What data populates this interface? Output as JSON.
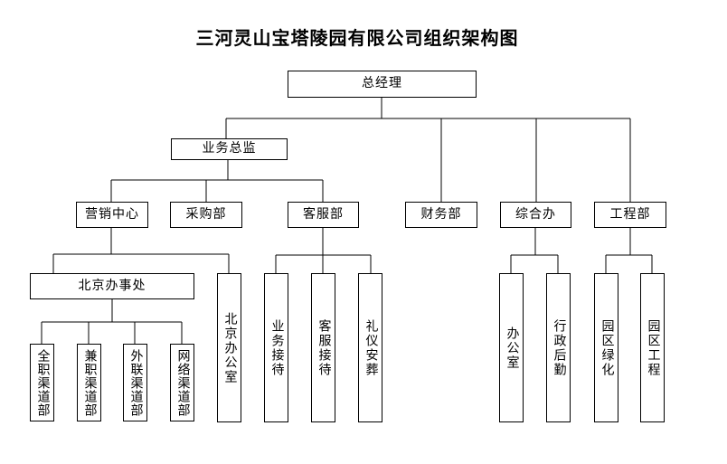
{
  "title": "三河灵山宝塔陵园有限公司组织架构图",
  "colors": {
    "background": "#ffffff",
    "box_fill": "#ffffff",
    "box_border": "#000000",
    "line": "#000000",
    "text": "#000000"
  },
  "nodes": {
    "general_manager": {
      "label": "总经理"
    },
    "business_director": {
      "label": "业务总监"
    },
    "marketing_center": {
      "label": "营销中心"
    },
    "purchasing_dept": {
      "label": "采购部"
    },
    "customer_service_dept": {
      "label": "客服部"
    },
    "finance_dept": {
      "label": "财务部"
    },
    "general_affairs_office": {
      "label": "综合办"
    },
    "engineering_dept": {
      "label": "工程部"
    },
    "beijing_branch_office": {
      "label": "北京办事处"
    },
    "beijing_office_room": {
      "label": "北京办公室"
    },
    "business_reception": {
      "label": "业务接待"
    },
    "service_reception": {
      "label": "客服接待"
    },
    "ceremonial_burial": {
      "label": "礼仪安葬"
    },
    "office": {
      "label": "办公室"
    },
    "admin_logistics": {
      "label": "行政后勤"
    },
    "park_greening": {
      "label": "园区绿化"
    },
    "park_engineering": {
      "label": "园区工程"
    },
    "fulltime_channel_dept": {
      "label": "全职渠道部"
    },
    "parttime_channel_dept": {
      "label": "兼职渠道部"
    },
    "external_channel_dept": {
      "label": "外联渠道部"
    },
    "network_channel_dept": {
      "label": "网络渠道部"
    }
  },
  "hierarchy": {
    "总经理": {
      "业务总监": {
        "营销中心": {
          "北京办事处": [
            "全职渠道部",
            "兼职渠道部",
            "外联渠道部",
            "网络渠道部"
          ],
          "北京办公室": []
        },
        "采购部": [],
        "客服部": [
          "业务接待",
          "客服接待",
          "礼仪安葬"
        ]
      },
      "财务部": [],
      "综合办": [
        "办公室",
        "行政后勤"
      ],
      "工程部": [
        "园区绿化",
        "园区工程"
      ]
    }
  }
}
